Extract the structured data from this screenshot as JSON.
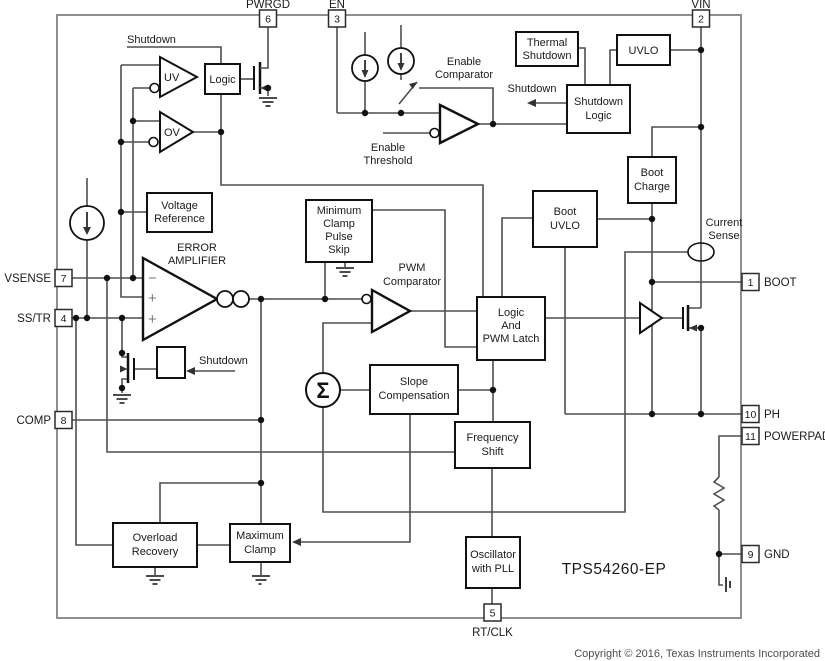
{
  "part_number": "TPS54260-EP",
  "copyright": "Copyright © 2016, Texas Instruments Incorporated",
  "pins": {
    "pwrgd": {
      "num": "6",
      "label": "PWRGD"
    },
    "en": {
      "num": "3",
      "label": "EN"
    },
    "vin": {
      "num": "2",
      "label": "VIN"
    },
    "vsense": {
      "num": "7",
      "label": "VSENSE"
    },
    "sstr": {
      "num": "4",
      "label": "SS/TR"
    },
    "comp": {
      "num": "8",
      "label": "COMP"
    },
    "boot": {
      "num": "1",
      "label": "BOOT"
    },
    "ph": {
      "num": "10",
      "label": "PH"
    },
    "powerpad": {
      "num": "11",
      "label": "POWERPAD"
    },
    "gnd": {
      "num": "9",
      "label": "GND"
    },
    "rtclk": {
      "num": "5",
      "label": "RT/CLK"
    }
  },
  "blocks": {
    "thermal_shutdown": [
      "Thermal",
      "Shutdown"
    ],
    "uvlo": [
      "UVLO"
    ],
    "shutdown_logic": [
      "Shutdown",
      "Logic"
    ],
    "boot_charge": [
      "Boot",
      "Charge"
    ],
    "boot_uvlo": [
      "Boot",
      "UVLO"
    ],
    "voltage_reference": [
      "Voltage",
      "Reference"
    ],
    "minimum_clamp": [
      "Minimum",
      "Clamp",
      "Pulse",
      "Skip"
    ],
    "logic_pwm_latch": [
      "Logic",
      "And",
      "PWM Latch"
    ],
    "slope_compensation": [
      "Slope",
      "Compensation"
    ],
    "frequency_shift": [
      "Frequency",
      "Shift"
    ],
    "oscillator": [
      "Oscillator",
      "with PLL"
    ],
    "overload_recovery": [
      "Overload",
      "Recovery"
    ],
    "maximum_clamp": [
      "Maximum",
      "Clamp"
    ],
    "logic": [
      "Logic"
    ]
  },
  "comparators": {
    "uv": "UV",
    "ov": "OV",
    "error_amplifier": [
      "ERROR",
      "AMPLIFIER"
    ],
    "pwm_comparator": [
      "PWM",
      "Comparator"
    ],
    "enable_comparator": [
      "Enable",
      "Comparator"
    ]
  },
  "annotations": {
    "shutdown": "Shutdown",
    "enable_threshold": [
      "Enable",
      "Threshold"
    ],
    "current_sense": [
      "Current",
      "Sense"
    ],
    "sigma": "Σ",
    "ea_minus": "−",
    "ea_plus": "+"
  },
  "colors": {
    "wire": "#4f4f4f",
    "ink": "#111111",
    "border": "#8f8f8f"
  }
}
